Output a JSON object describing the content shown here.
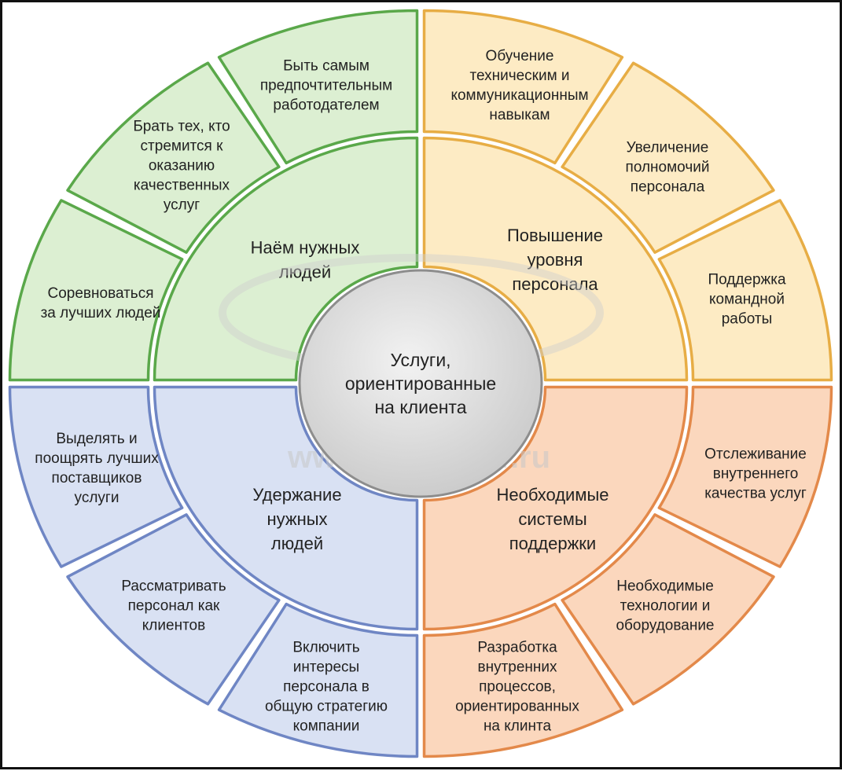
{
  "center": {
    "label": "Услуги, ориентированные на клиента"
  },
  "watermark": {
    "text": "www.metaphor.ru"
  },
  "quadrants": [
    {
      "id": "hiring",
      "label": "Наём нужных людей",
      "fill": "#dcefd2",
      "stroke": "#5aa84a",
      "outer": [
        "Соревноваться за лучших людей",
        "Брать тех, кто стремится к оказанию качественных услуг",
        "Быть самым предпочтительным работодателем"
      ]
    },
    {
      "id": "development",
      "label": "Повышение уровня персонала",
      "fill": "#fdebc4",
      "stroke": "#e7ad45",
      "outer": [
        "Обучение техническим и коммуникационным навыкам",
        "Увеличение полномочий персонала",
        "Поддержка командной работы"
      ]
    },
    {
      "id": "support",
      "label": "Необходимые системы поддержки",
      "fill": "#fbd7bd",
      "stroke": "#e3894a",
      "outer": [
        "Отслеживание внутреннего качества услуг",
        "Необходимые технологии и оборудование",
        "Разработка внутренних процессов, ориентированных на клинта"
      ]
    },
    {
      "id": "retention",
      "label": "Удержание нужных людей",
      "fill": "#d9e1f3",
      "stroke": "#6f86c4",
      "outer": [
        "Включить интересы персонала в общую стратегию компании",
        "Рассматривать персонал как клиентов",
        "Выделять и поощрять лучших поставщиков услуги"
      ]
    }
  ]
}
